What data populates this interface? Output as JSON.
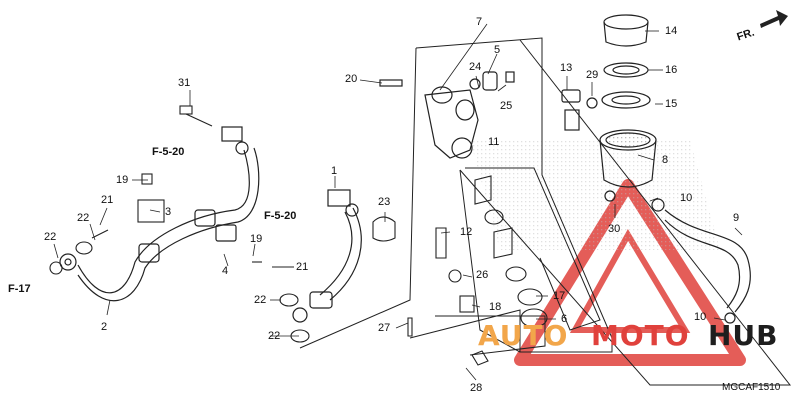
{
  "diagram": {
    "code": "MGCAF1510",
    "direction_label": "FR.",
    "refs": {
      "f17": "F-17",
      "f520a": "F-5-20",
      "f520b": "F-5-20"
    },
    "parts": {
      "p1": "1",
      "p2": "2",
      "p3": "3",
      "p4": "4",
      "p5": "5",
      "p6": "6",
      "p7": "7",
      "p8": "8",
      "p9": "9",
      "p10a": "10",
      "p10b": "10",
      "p11": "11",
      "p12": "12",
      "p13": "13",
      "p14": "14",
      "p15": "15",
      "p16": "16",
      "p17": "17",
      "p18": "18",
      "p19a": "19",
      "p19b": "19",
      "p20": "20",
      "p21a": "21",
      "p21b": "21",
      "p22a": "22",
      "p22b": "22",
      "p22c": "22",
      "p22d": "22",
      "p23": "23",
      "p24": "24",
      "p25": "25",
      "p26": "26",
      "p27": "27",
      "p28": "28",
      "p29": "29",
      "p30": "30",
      "p31": "31"
    }
  },
  "watermark": {
    "part1": "AUTO",
    "part2": "MOTO",
    "part3": "HUB",
    "colors": {
      "auto": "#f2a64a",
      "moto": "#e0413c",
      "hub": "#1e1e1e",
      "triangle": "#e0413c"
    }
  }
}
